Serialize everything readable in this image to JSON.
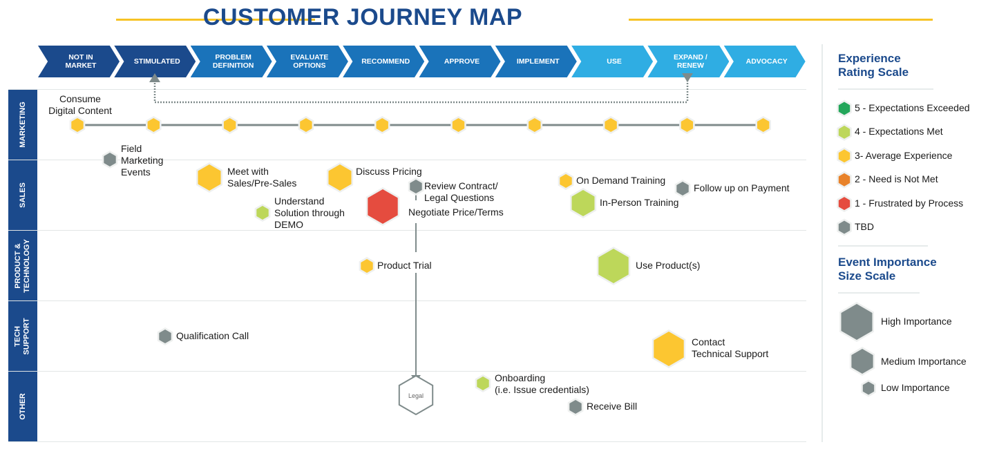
{
  "title": "CUSTOMER JOURNEY MAP",
  "colors": {
    "brand_dark": "#1b4a8c",
    "stage_dark": "#1b4a8c",
    "stage_mid": "#1a73ba",
    "stage_light": "#2fade3",
    "accent_line": "#f7c325",
    "rating_5": "#23a65a",
    "rating_4": "#bdd75a",
    "rating_3": "#fcc631",
    "rating_2": "#e8822a",
    "rating_1": "#e54c3f",
    "rating_tbd": "#7f8b8b"
  },
  "stages": [
    {
      "label": "NOT IN\nMARKET",
      "tone": "dark"
    },
    {
      "label": "STIMULATED",
      "tone": "dark"
    },
    {
      "label": "PROBLEM\nDEFINITION",
      "tone": "mid"
    },
    {
      "label": "EVALUATE\nOPTIONS",
      "tone": "mid"
    },
    {
      "label": "RECOMMEND",
      "tone": "mid"
    },
    {
      "label": "APPROVE",
      "tone": "mid"
    },
    {
      "label": "IMPLEMENT",
      "tone": "mid"
    },
    {
      "label": "USE",
      "tone": "light"
    },
    {
      "label": "EXPAND /\nRENEW",
      "tone": "light"
    },
    {
      "label": "ADVOCACY",
      "tone": "light"
    }
  ],
  "loop_arrow": {
    "from_stage": "EXPAND / RENEW",
    "to_stage": "STIMULATED",
    "style": "dotted"
  },
  "lanes": [
    {
      "label": "MARKETING"
    },
    {
      "label": "SALES"
    },
    {
      "label": "PRODUCT &\nTECHNOLOGY"
    },
    {
      "label": "TECH\nSUPPORT"
    },
    {
      "label": "OTHER"
    }
  ],
  "events": [
    {
      "id": "consume-digital-content",
      "label": "Consume\nDigital Content",
      "lane": "MARKETING",
      "rating": "3",
      "importance": "low",
      "spans_all_stages": true
    },
    {
      "id": "field-marketing-events",
      "label": "Field\nMarketing\nEvents",
      "lane": "MARKETING",
      "rating": "tbd",
      "importance": "low"
    },
    {
      "id": "meet-with-sales",
      "label": "Meet with\nSales/Pre-Sales",
      "lane": "SALES",
      "rating": "3",
      "importance": "medium"
    },
    {
      "id": "discuss-pricing",
      "label": "Discuss Pricing",
      "lane": "SALES",
      "rating": "3",
      "importance": "medium"
    },
    {
      "id": "review-contract",
      "label": "Review Contract/\nLegal Questions",
      "lane": "SALES",
      "rating": "tbd",
      "importance": "low"
    },
    {
      "id": "understand-solution-demo",
      "label": "Understand\nSolution through\nDEMO",
      "lane": "SALES",
      "rating": "4",
      "importance": "low"
    },
    {
      "id": "negotiate-price",
      "label": "Negotiate Price/Terms",
      "lane": "SALES",
      "rating": "1",
      "importance": "high"
    },
    {
      "id": "on-demand-training",
      "label": "On Demand Training",
      "lane": "SALES",
      "rating": "3",
      "importance": "low"
    },
    {
      "id": "follow-up-payment",
      "label": "Follow up on Payment",
      "lane": "SALES",
      "rating": "tbd",
      "importance": "low"
    },
    {
      "id": "in-person-training",
      "label": "In-Person Training",
      "lane": "SALES",
      "rating": "4",
      "importance": "medium"
    },
    {
      "id": "product-trial",
      "label": "Product Trial",
      "lane": "PRODUCT & TECHNOLOGY",
      "rating": "3",
      "importance": "low"
    },
    {
      "id": "use-products",
      "label": "Use Product(s)",
      "lane": "PRODUCT & TECHNOLOGY",
      "rating": "4",
      "importance": "high"
    },
    {
      "id": "qualification-call",
      "label": "Qualification Call",
      "lane": "TECH SUPPORT",
      "rating": "tbd",
      "importance": "low"
    },
    {
      "id": "contact-tech-support",
      "label": "Contact\nTechnical Support",
      "lane": "TECH SUPPORT",
      "rating": "3",
      "importance": "high"
    },
    {
      "id": "legal",
      "label": "Legal",
      "lane": "OTHER",
      "rating": "none",
      "importance": "high"
    },
    {
      "id": "onboarding",
      "label": "Onboarding\n(i.e. Issue credentials)",
      "lane": "OTHER",
      "rating": "4",
      "importance": "low"
    },
    {
      "id": "receive-bill",
      "label": "Receive Bill",
      "lane": "OTHER",
      "rating": "tbd",
      "importance": "low"
    }
  ],
  "legend": {
    "rating_title": "Experience\nRating Scale",
    "rating_items": [
      {
        "label": "5 - Expectations Exceeded",
        "color": "#23a65a"
      },
      {
        "label": "4 - Expectations Met",
        "color": "#bdd75a"
      },
      {
        "label": "3- Average Experience",
        "color": "#fcc631"
      },
      {
        "label": "2 - Need is Not Met",
        "color": "#e8822a"
      },
      {
        "label": "1 - Frustrated by Process",
        "color": "#e54c3f"
      },
      {
        "label": "TBD",
        "color": "#7f8b8b"
      }
    ],
    "size_title": "Event Importance\nSize Scale",
    "size_items": [
      {
        "label": "High Importance"
      },
      {
        "label": "Medium Importance"
      },
      {
        "label": "Low Importance"
      }
    ]
  }
}
